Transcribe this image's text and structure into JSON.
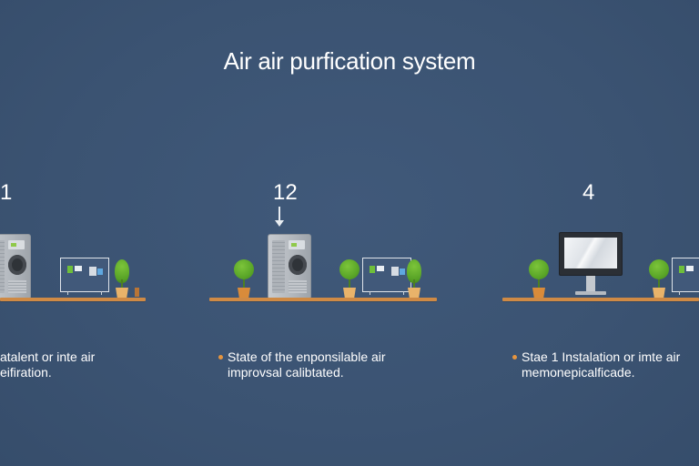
{
  "title": "Air air purfication system",
  "colors": {
    "background": "#3d5573",
    "shelf": "#cf8a45",
    "bullet": "#e6953f",
    "plant": "#5aa628"
  },
  "panels": [
    {
      "step": "1",
      "caption_line1": "atalent or inte air",
      "caption_line2": "eifiration."
    },
    {
      "step": "12",
      "caption_line1": "State of the enponsilable air",
      "caption_line2": "improvsal calibtated."
    },
    {
      "step": "4",
      "caption_line1": "Stae 1 Instalation or imte air",
      "caption_line2": "memonepicalficade."
    }
  ]
}
